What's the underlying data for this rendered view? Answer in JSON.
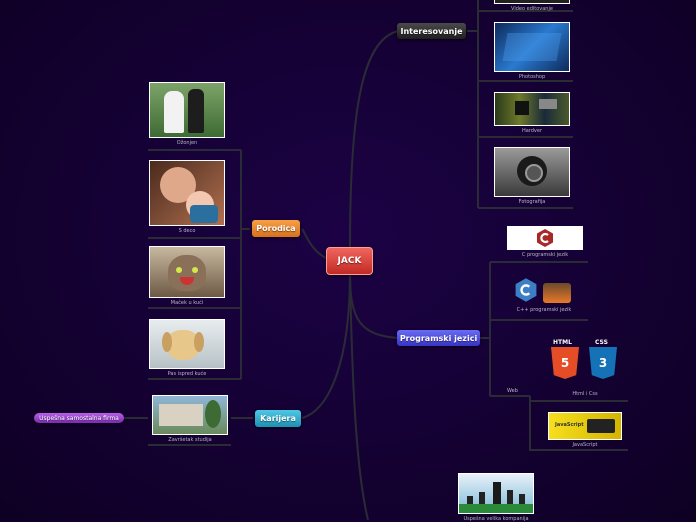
{
  "central": {
    "label": "JACK"
  },
  "branches": {
    "porodica": {
      "label": "Porodica",
      "items": [
        {
          "caption": "Ožonjen",
          "icon": "wedding-photo"
        },
        {
          "caption": "S deco",
          "icon": "family-photo"
        },
        {
          "caption": "Maček u kući",
          "icon": "cat-photo"
        },
        {
          "caption": "Pas ispred kuće",
          "icon": "dog-photo"
        }
      ]
    },
    "karijera": {
      "label": "Karijera",
      "items": [
        {
          "caption": "Završetak studija",
          "icon": "campus-photo"
        }
      ],
      "sub": {
        "label": "Uspešna samostalna firma"
      }
    },
    "interesovanje": {
      "label": "Interesovanje",
      "items": [
        {
          "caption": "Video editovanje",
          "icon": "video-editing-image"
        },
        {
          "caption": "Photoshop",
          "icon": "photoshop-image"
        },
        {
          "caption": "Hardver",
          "icon": "hardware-image"
        },
        {
          "caption": "Fotografija",
          "icon": "photographer-image"
        }
      ]
    },
    "programski": {
      "label": "Programski jezici",
      "items": [
        {
          "caption": "C programski jezik",
          "icon": "c-logo"
        },
        {
          "caption": "C++ programski jezik",
          "icon": "cpp-logo"
        },
        {
          "caption": "Web",
          "icon": "web-label"
        }
      ],
      "web_items": [
        {
          "caption": "Html i Css",
          "icon": "html-css-logo",
          "html_text": "HTML",
          "css_text": "CSS",
          "html_num": "5",
          "css_num": "3"
        },
        {
          "caption": "JavaScript",
          "icon": "javascript-image",
          "badge": "JavaScript"
        }
      ]
    },
    "bottom": {
      "caption": "Uspešna velika kompanija",
      "icon": "team-success-image"
    }
  },
  "colors": {
    "line": "#2f2f3d",
    "background": "#12002e"
  }
}
